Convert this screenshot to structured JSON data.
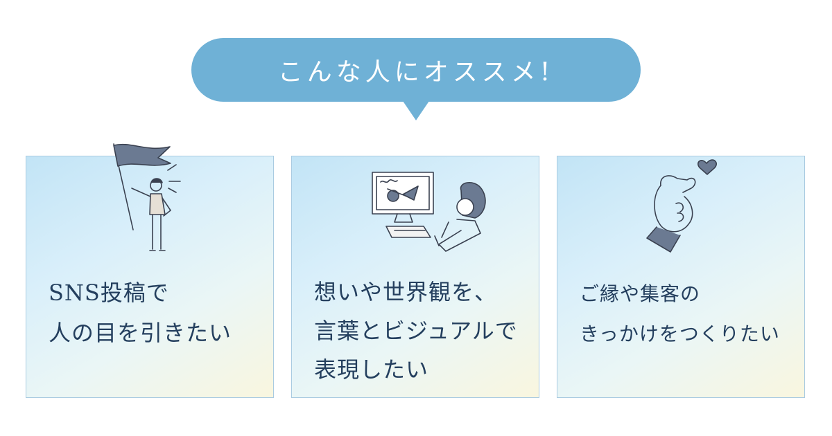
{
  "header": {
    "title": "こんな人にオススメ!"
  },
  "cards": [
    {
      "lines": [
        "SNS投稿で",
        "人の目を引きたい"
      ],
      "illustration": "person-with-flag-icon"
    },
    {
      "lines": [
        "想いや世界観を、",
        "言葉とビジュアルで",
        "表現したい"
      ],
      "illustration": "person-at-computer-icon"
    },
    {
      "lines": [
        "ご縁や集客の",
        "きっかけをつくりたい"
      ],
      "illustration": "finger-heart-icon"
    }
  ],
  "colors": {
    "accent": "#6fb1d6",
    "text": "#243f5e",
    "border": "#a9cbe1"
  }
}
